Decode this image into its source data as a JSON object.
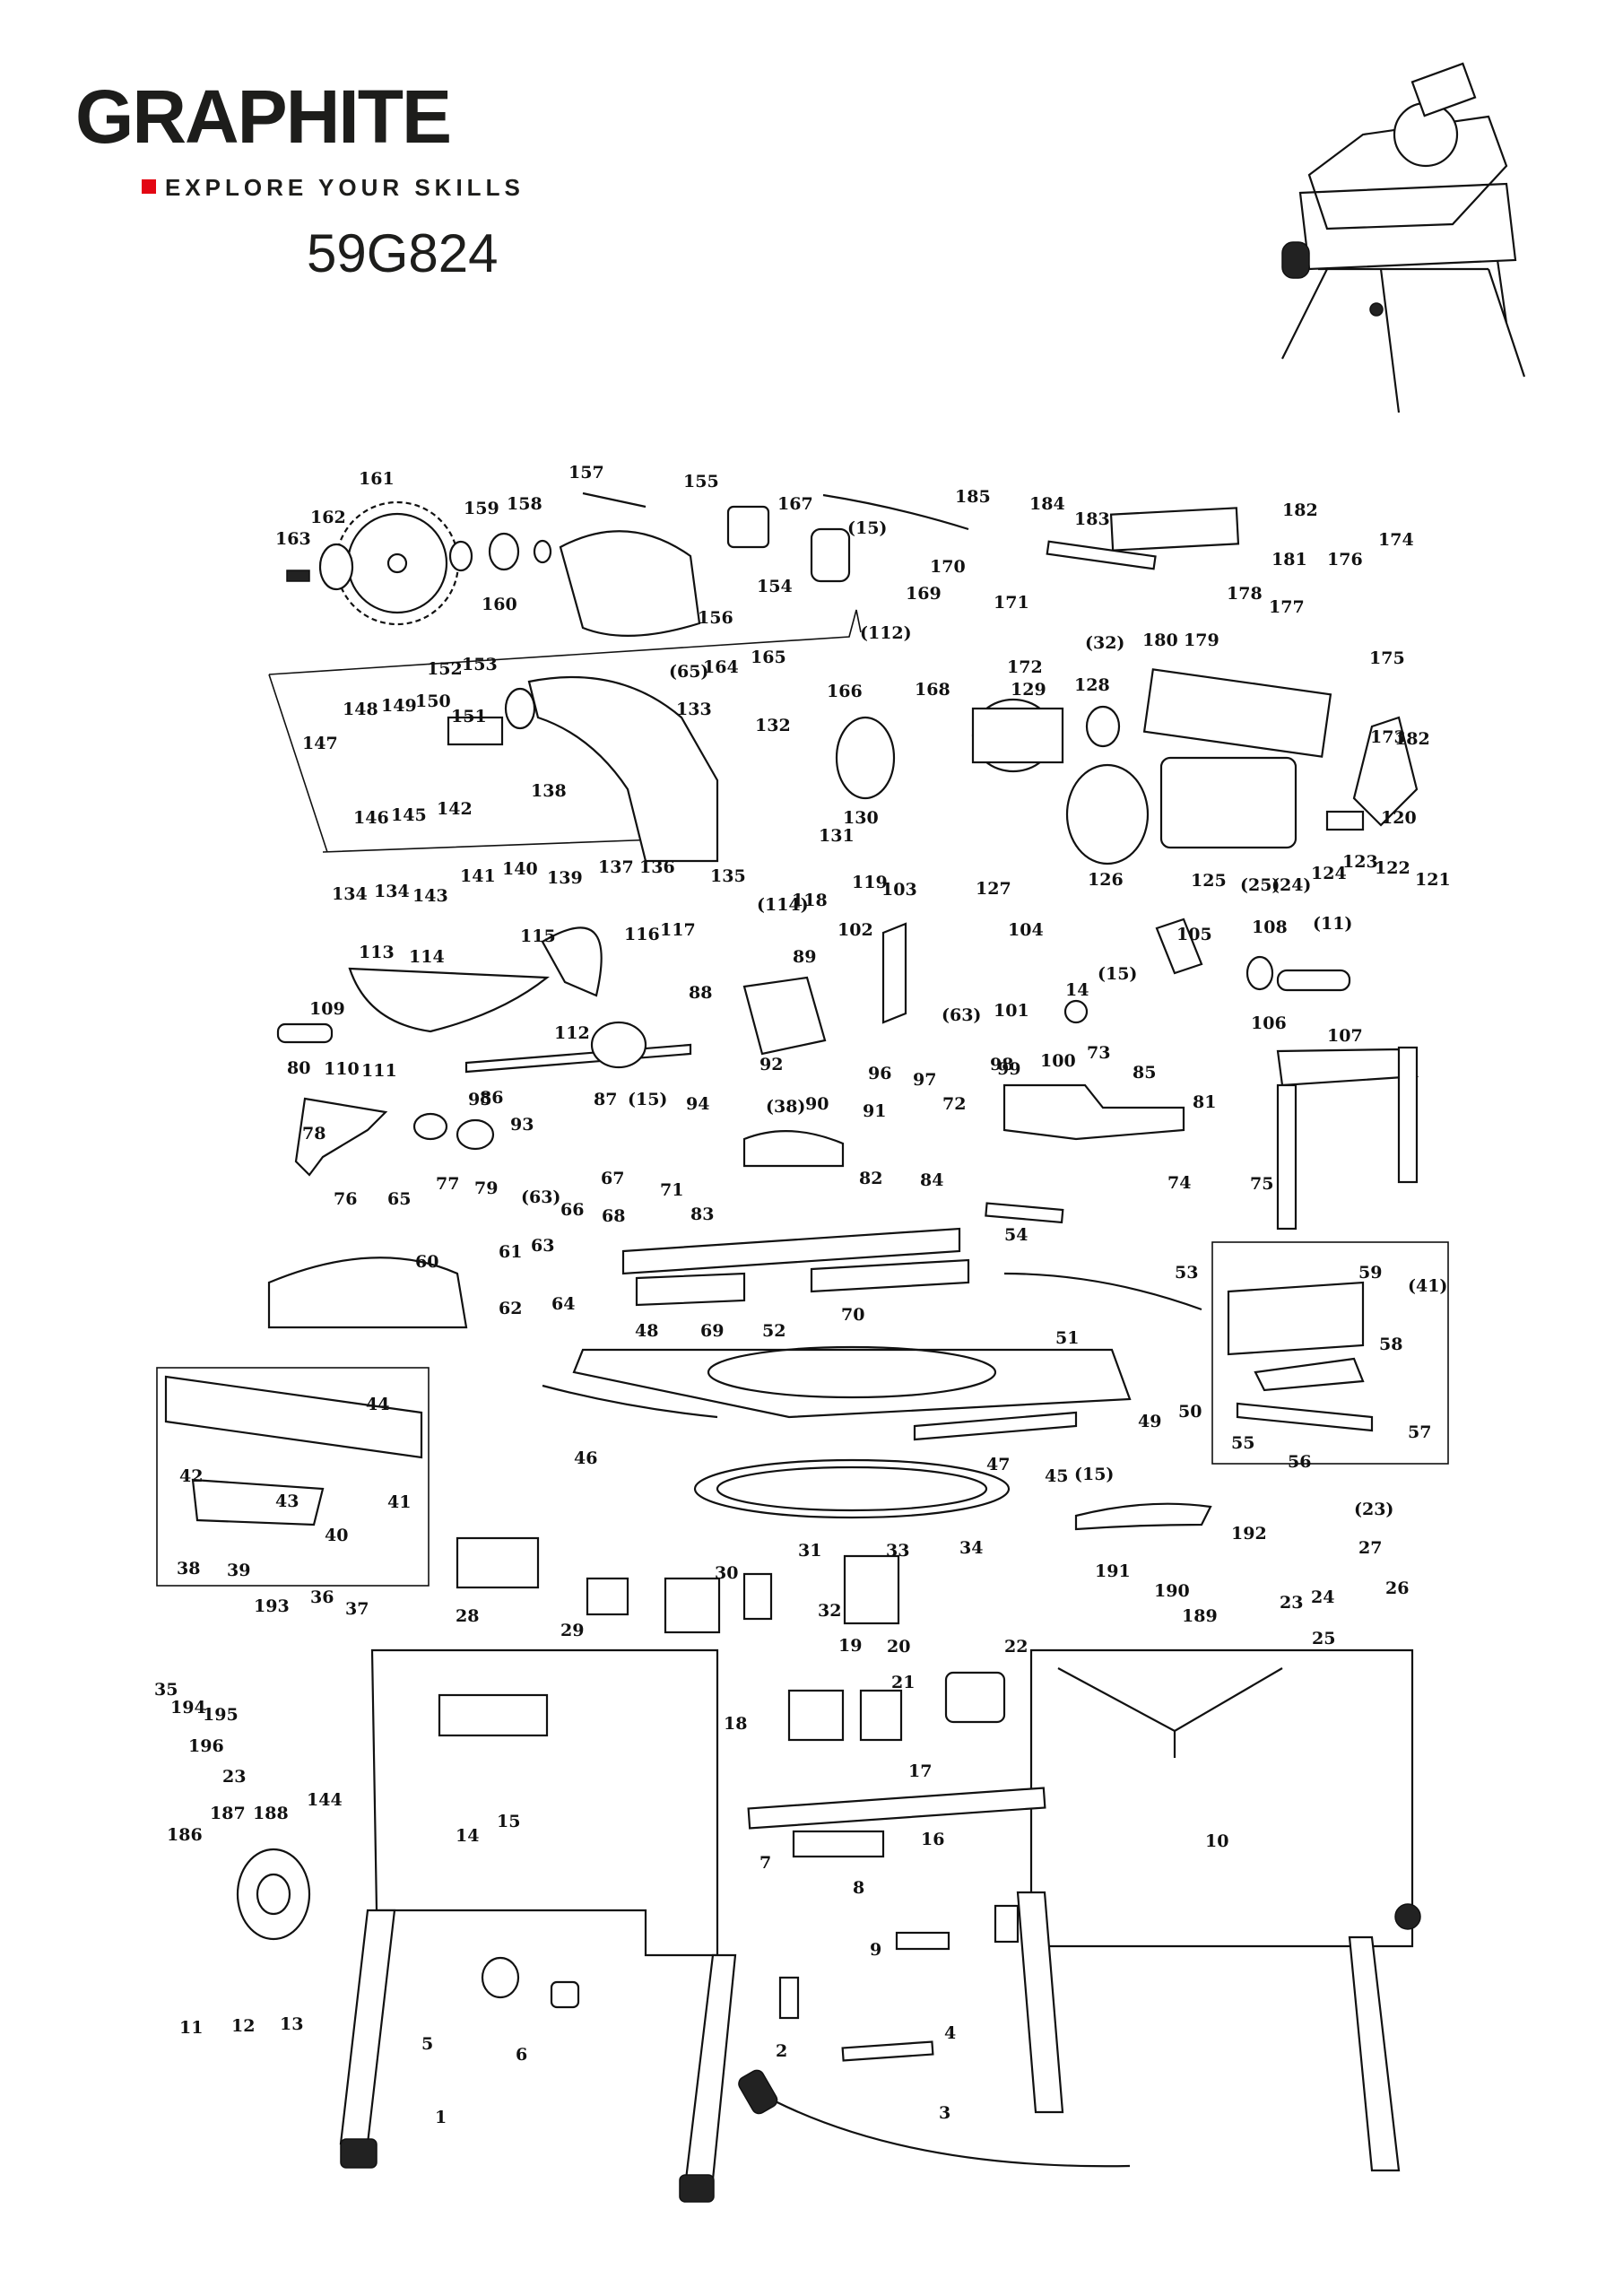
{
  "header": {
    "brand": "GRAPHITE",
    "tagline": "EXPLORE YOUR SKILLS",
    "model": "59G824"
  },
  "colors": {
    "accent": "#e30613",
    "ink": "#1d1d1b"
  },
  "thumbnail": {
    "icon": "mitre-saw-on-stand-icon"
  },
  "labels": [
    {
      "t": "161"
    },
    {
      "t": "157"
    },
    {
      "t": "155"
    },
    {
      "t": "185"
    },
    {
      "t": "184"
    },
    {
      "t": "182"
    },
    {
      "t": "162"
    },
    {
      "t": "163"
    },
    {
      "t": "159"
    },
    {
      "t": "158"
    },
    {
      "t": "167"
    },
    {
      "t": "(15)"
    },
    {
      "t": "183"
    },
    {
      "t": "181"
    },
    {
      "t": "174"
    },
    {
      "t": "176"
    },
    {
      "t": "160"
    },
    {
      "t": "154"
    },
    {
      "t": "156"
    },
    {
      "t": "170"
    },
    {
      "t": "171"
    },
    {
      "t": "169"
    },
    {
      "t": "178"
    },
    {
      "t": "177"
    },
    {
      "t": "(112)"
    },
    {
      "t": "(32)"
    },
    {
      "t": "180"
    },
    {
      "t": "179"
    },
    {
      "t": "175"
    },
    {
      "t": "172"
    },
    {
      "t": "152"
    },
    {
      "t": "153"
    },
    {
      "t": "(65)"
    },
    {
      "t": "164"
    },
    {
      "t": "165"
    },
    {
      "t": "166"
    },
    {
      "t": "168"
    },
    {
      "t": "128"
    },
    {
      "t": "129"
    },
    {
      "t": "148"
    },
    {
      "t": "149"
    },
    {
      "t": "150"
    },
    {
      "t": "151"
    },
    {
      "t": "133"
    },
    {
      "t": "132"
    },
    {
      "t": "173"
    },
    {
      "t": "182"
    },
    {
      "t": "147"
    },
    {
      "t": "138"
    },
    {
      "t": "142"
    },
    {
      "t": "146"
    },
    {
      "t": "145"
    },
    {
      "t": "134"
    },
    {
      "t": "130"
    },
    {
      "t": "120"
    },
    {
      "t": "131"
    },
    {
      "t": "137"
    },
    {
      "t": "136"
    },
    {
      "t": "135"
    },
    {
      "t": "126"
    },
    {
      "t": "125"
    },
    {
      "t": "(25)"
    },
    {
      "t": "(24)"
    },
    {
      "t": "124"
    },
    {
      "t": "123"
    },
    {
      "t": "122"
    },
    {
      "t": "121"
    },
    {
      "t": "134"
    },
    {
      "t": "143"
    },
    {
      "t": "141"
    },
    {
      "t": "140"
    },
    {
      "t": "139"
    },
    {
      "t": "118"
    },
    {
      "t": "119"
    },
    {
      "t": "127"
    },
    {
      "t": "(114)"
    },
    {
      "t": "103"
    },
    {
      "t": "115"
    },
    {
      "t": "116"
    },
    {
      "t": "117"
    },
    {
      "t": "113"
    },
    {
      "t": "114"
    },
    {
      "t": "102"
    },
    {
      "t": "104"
    },
    {
      "t": "105"
    },
    {
      "t": "108"
    },
    {
      "t": "(11)"
    },
    {
      "t": "88"
    },
    {
      "t": "89"
    },
    {
      "t": "14"
    },
    {
      "t": "(15)"
    },
    {
      "t": "(63)"
    },
    {
      "t": "101"
    },
    {
      "t": "106"
    },
    {
      "t": "107"
    },
    {
      "t": "109"
    },
    {
      "t": "112"
    },
    {
      "t": "110"
    },
    {
      "t": "111"
    },
    {
      "t": "95"
    },
    {
      "t": "96"
    },
    {
      "t": "97"
    },
    {
      "t": "98"
    },
    {
      "t": "99"
    },
    {
      "t": "100"
    },
    {
      "t": "73"
    },
    {
      "t": "80"
    },
    {
      "t": "92"
    },
    {
      "t": "85"
    },
    {
      "t": "86"
    },
    {
      "t": "87"
    },
    {
      "t": "(15)"
    },
    {
      "t": "94"
    },
    {
      "t": "81"
    },
    {
      "t": "(38)"
    },
    {
      "t": "90"
    },
    {
      "t": "91"
    },
    {
      "t": "72"
    },
    {
      "t": "78"
    },
    {
      "t": "93"
    },
    {
      "t": "74"
    },
    {
      "t": "76"
    },
    {
      "t": "77"
    },
    {
      "t": "79"
    },
    {
      "t": "(63)"
    },
    {
      "t": "66"
    },
    {
      "t": "67"
    },
    {
      "t": "71"
    },
    {
      "t": "82"
    },
    {
      "t": "84"
    },
    {
      "t": "75"
    },
    {
      "t": "65"
    },
    {
      "t": "68"
    },
    {
      "t": "83"
    },
    {
      "t": "54"
    },
    {
      "t": "60"
    },
    {
      "t": "61"
    },
    {
      "t": "63"
    },
    {
      "t": "62"
    },
    {
      "t": "64"
    },
    {
      "t": "53"
    },
    {
      "t": "59"
    },
    {
      "t": "(41)"
    },
    {
      "t": "69"
    },
    {
      "t": "70"
    },
    {
      "t": "52"
    },
    {
      "t": "48"
    },
    {
      "t": "51"
    },
    {
      "t": "58"
    },
    {
      "t": "44"
    },
    {
      "t": "49"
    },
    {
      "t": "50"
    },
    {
      "t": "57"
    },
    {
      "t": "46"
    },
    {
      "t": "55"
    },
    {
      "t": "56"
    },
    {
      "t": "47"
    },
    {
      "t": "45"
    },
    {
      "t": "(15)"
    },
    {
      "t": "42"
    },
    {
      "t": "43"
    },
    {
      "t": "41"
    },
    {
      "t": "40"
    },
    {
      "t": "38"
    },
    {
      "t": "39"
    },
    {
      "t": "192"
    },
    {
      "t": "(23)"
    },
    {
      "t": "31"
    },
    {
      "t": "33"
    },
    {
      "t": "34"
    },
    {
      "t": "27"
    },
    {
      "t": "30"
    },
    {
      "t": "191"
    },
    {
      "t": "190"
    },
    {
      "t": "26"
    },
    {
      "t": "28"
    },
    {
      "t": "32"
    },
    {
      "t": "189"
    },
    {
      "t": "23"
    },
    {
      "t": "24"
    },
    {
      "t": "25"
    },
    {
      "t": "193"
    },
    {
      "t": "36"
    },
    {
      "t": "37"
    },
    {
      "t": "29"
    },
    {
      "t": "19"
    },
    {
      "t": "20"
    },
    {
      "t": "22"
    },
    {
      "t": "21"
    },
    {
      "t": "35"
    },
    {
      "t": "194"
    },
    {
      "t": "195"
    },
    {
      "t": "18"
    },
    {
      "t": "196"
    },
    {
      "t": "23"
    },
    {
      "t": "17"
    },
    {
      "t": "144"
    },
    {
      "t": "188"
    },
    {
      "t": "187"
    },
    {
      "t": "186"
    },
    {
      "t": "14"
    },
    {
      "t": "15"
    },
    {
      "t": "16"
    },
    {
      "t": "10"
    },
    {
      "t": "7"
    },
    {
      "t": "8"
    },
    {
      "t": "9"
    },
    {
      "t": "11"
    },
    {
      "t": "12"
    },
    {
      "t": "13"
    },
    {
      "t": "5"
    },
    {
      "t": "6"
    },
    {
      "t": "2"
    },
    {
      "t": "4"
    },
    {
      "t": "1"
    },
    {
      "t": "3"
    }
  ]
}
